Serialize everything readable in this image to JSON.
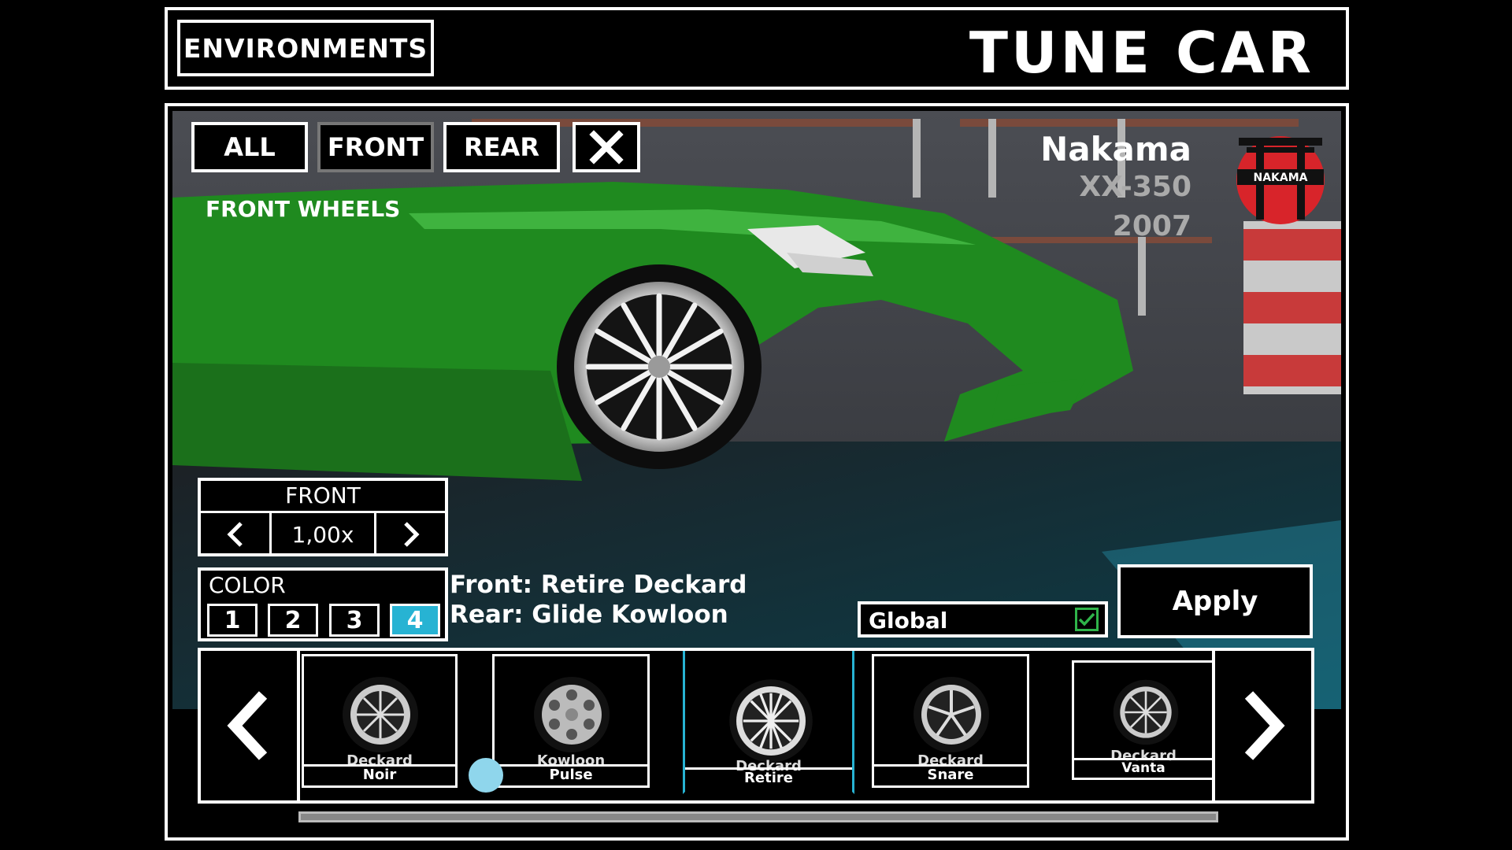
{
  "header": {
    "environments_label": "ENVIRONMENTS",
    "title": "TUNE CAR"
  },
  "tabs": {
    "all": "ALL",
    "front": "FRONT",
    "rear": "REAR",
    "close_icon": "close-icon",
    "selected": "FRONT"
  },
  "section_title": "FRONT WHEELS",
  "car": {
    "make": "Nakama",
    "model": "XX-350",
    "year": "2007",
    "logo_text": "NAKAMA"
  },
  "offset": {
    "label": "FRONT",
    "value": "1,00x"
  },
  "color": {
    "label": "COLOR",
    "options": [
      "1",
      "2",
      "3",
      "4"
    ],
    "selected": "4",
    "accent": "#27b3d3"
  },
  "selection": {
    "front": "Front: Retire Deckard",
    "rear": "Rear: Glide Kowloon"
  },
  "global": {
    "label": "Global",
    "checked": true
  },
  "apply_label": "Apply",
  "wheels": [
    {
      "brand": "Deckard",
      "name": "Noir"
    },
    {
      "brand": "Kowloon",
      "name": "Pulse"
    },
    {
      "brand": "Deckard",
      "name": "Retire",
      "selected": true
    },
    {
      "brand": "Deckard",
      "name": "Snare"
    },
    {
      "brand": "Deckard",
      "name": "Vanta"
    }
  ]
}
